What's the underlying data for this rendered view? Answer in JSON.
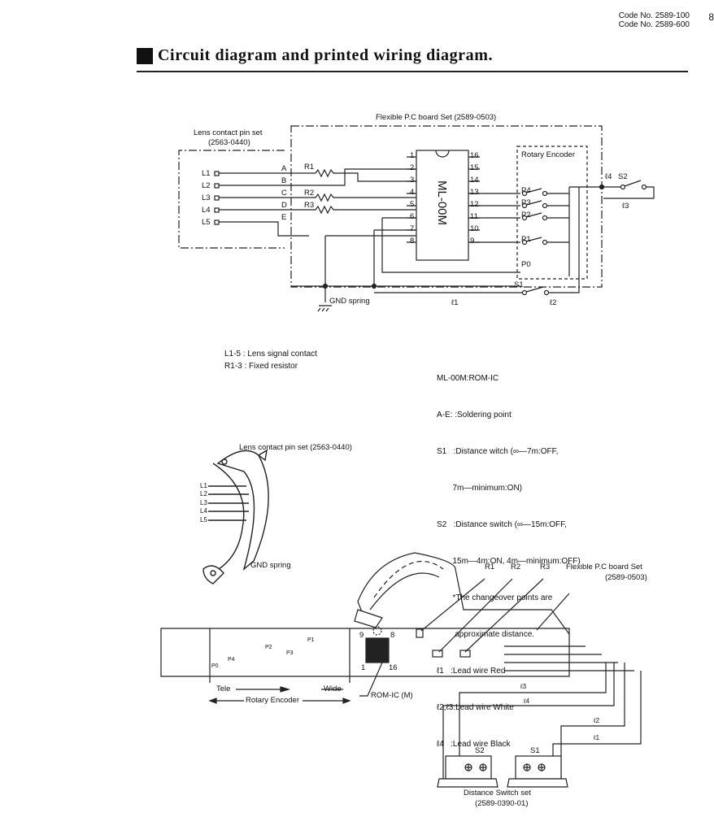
{
  "header": {
    "code1": "Code No. 2589-100",
    "code2": "Code No. 2589-600",
    "page_number": "8",
    "title": "Circuit diagram and printed wiring diagram."
  },
  "schematic": {
    "flex_board_label": "Flexible P.C board Set (2589-0503)",
    "pin_set_label_1": "Lens contact pin set",
    "pin_set_label_2": "(2563-0440)",
    "rotary_encoder": "Rotary Encoder",
    "ic_name": "ML-00M",
    "gnd_spring": "GND spring",
    "contacts": [
      "L1",
      "L2",
      "L3",
      "L4",
      "L5"
    ],
    "solder_points": [
      "A",
      "B",
      "C",
      "D",
      "E"
    ],
    "resistors": [
      "R1",
      "R2",
      "R3"
    ],
    "pins_left": [
      "1",
      "2",
      "3",
      "4",
      "5",
      "6",
      "7",
      "8"
    ],
    "pins_right": [
      "16",
      "15",
      "14",
      "13",
      "12",
      "11",
      "10",
      "9"
    ],
    "encoder_contacts": [
      "P4",
      "P3",
      "P2",
      "P1",
      "P0"
    ],
    "switches": [
      "S1",
      "S2"
    ],
    "wires": [
      "ℓ1",
      "ℓ2",
      "ℓ3",
      "ℓ4"
    ]
  },
  "legend_left": [
    "L1-5 : Lens signal contact",
    "R1-3 : Fixed resistor"
  ],
  "legend_right": [
    "ML-00M:ROM-IC",
    "A-E: :Soldering point",
    "S1   :Distance witch (∞—7m:OFF,",
    "       7m—minimum:ON)",
    "S2   :Distance switch (∞—15m:OFF,",
    "       15m—4m:ON, 4m—minimum:OFF)",
    "       *The changeover points are",
    "        approximate distance.",
    "ℓ1   :Lead wire Red",
    "ℓ2,ℓ3:Lead wire White",
    "ℓ4   :Lead wire Black"
  ],
  "pin_set_drawing": {
    "label": "Lens contact pin set (2563-0440)",
    "contacts": [
      "L1",
      "L2",
      "L3",
      "L4",
      "L5"
    ],
    "gnd": "GND spring"
  },
  "wiring": {
    "resistors": [
      "R1",
      "R2",
      "R3"
    ],
    "flex_label_1": "Flexible P.C board Set",
    "flex_label_2": "(2589-0503)",
    "encoder_pads": [
      "P1",
      "P2",
      "P3",
      "P4",
      "P0"
    ],
    "ic_pins": [
      "9",
      "8",
      "1",
      "16"
    ],
    "tele": "Tele",
    "wide": "Wide",
    "rotary_encoder": "Rotary Encoder",
    "rom_ic": "ROM-IC (M)",
    "wire_labels": [
      "ℓ3",
      "ℓ4",
      "ℓ2",
      "ℓ1"
    ],
    "switch_labels": [
      "S2",
      "S1"
    ],
    "switch_set_1": "Distance Switch set",
    "switch_set_2": "(2589-0390-01)"
  }
}
